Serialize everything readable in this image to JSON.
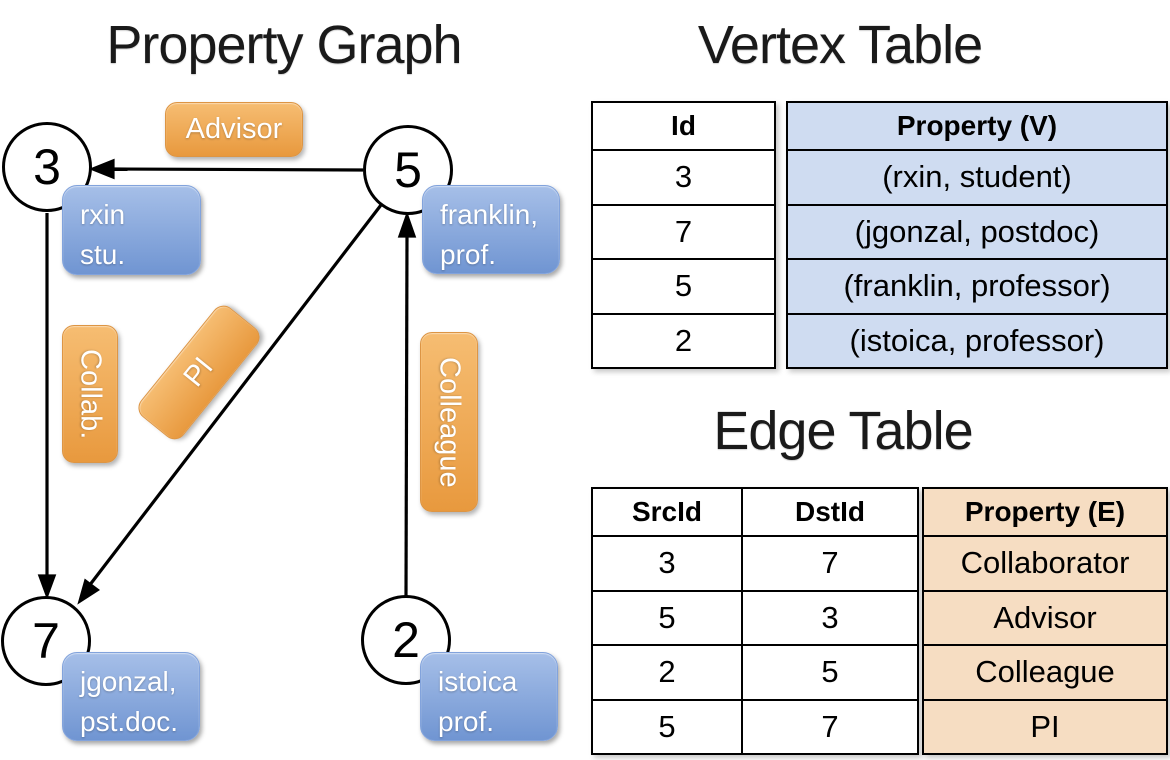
{
  "graph": {
    "title": "Property Graph",
    "nodes": [
      {
        "id": "3",
        "label_lines": [
          "rxin",
          "stu."
        ]
      },
      {
        "id": "5",
        "label_lines": [
          "franklin,",
          "prof."
        ]
      },
      {
        "id": "7",
        "label_lines": [
          "jgonzal,",
          "pst.doc."
        ]
      },
      {
        "id": "2",
        "label_lines": [
          "istoica",
          "prof."
        ]
      }
    ],
    "edges": [
      {
        "label": "Advisor",
        "from": "5",
        "to": "3"
      },
      {
        "label": "Collab.",
        "from": "3",
        "to": "7"
      },
      {
        "label": "PI",
        "from": "5",
        "to": "7"
      },
      {
        "label": "Colleague",
        "from": "2",
        "to": "5"
      }
    ]
  },
  "vertex_table": {
    "title": "Vertex Table",
    "columns": [
      "Id",
      "Property (V)"
    ],
    "rows": [
      [
        "3",
        "(rxin, student)"
      ],
      [
        "7",
        "(jgonzal, postdoc)"
      ],
      [
        "5",
        "(franklin, professor)"
      ],
      [
        "2",
        "(istoica, professor)"
      ]
    ]
  },
  "edge_table": {
    "title": "Edge Table",
    "columns": [
      "SrcId",
      "DstId",
      "Property (E)"
    ],
    "rows": [
      [
        "3",
        "7",
        "Collaborator"
      ],
      [
        "5",
        "3",
        "Advisor"
      ],
      [
        "2",
        "5",
        "Colleague"
      ],
      [
        "5",
        "7",
        "PI"
      ]
    ]
  },
  "colors": {
    "node_blue_top": "#a6bfe8",
    "node_blue_bottom": "#7095d2",
    "edge_orange_top": "#f6bd72",
    "edge_orange_bottom": "#e8993e",
    "vertex_property_bg": "#cfdcf1",
    "edge_property_bg": "#f6ddc2",
    "line_color": "#000000"
  }
}
